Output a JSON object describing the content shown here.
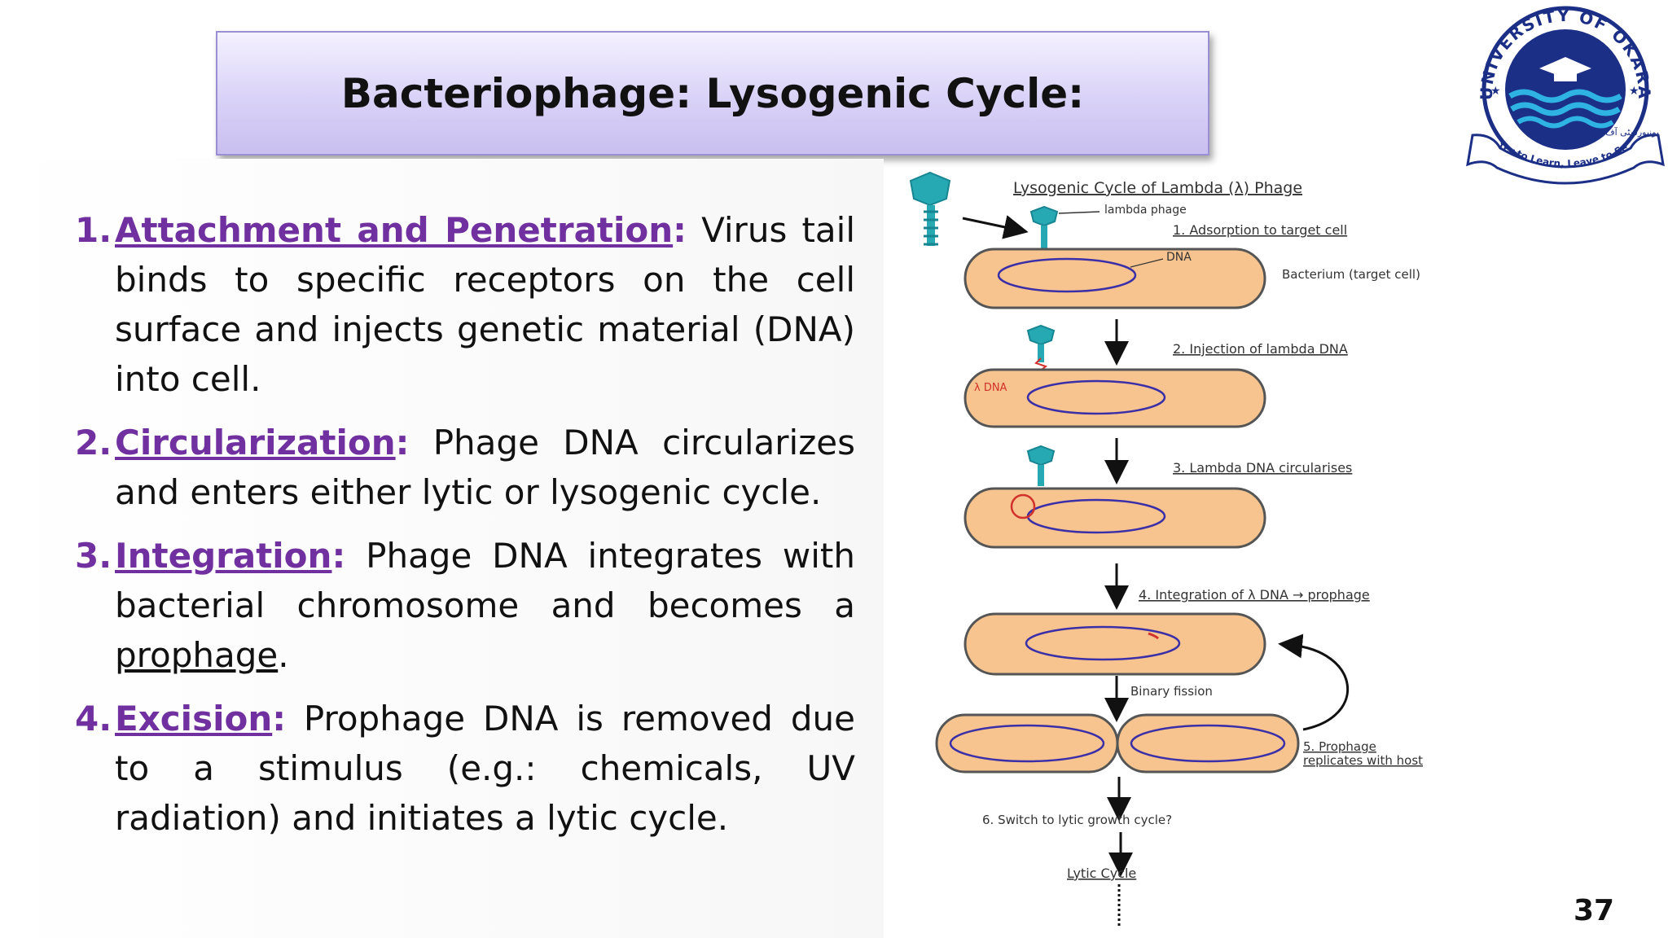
{
  "slide": {
    "title": "Bacteriophage: Lysogenic Cycle:",
    "page_number": "37",
    "points": [
      {
        "num": "1.",
        "term": "Attachment and Penetration",
        "sep": ":",
        "text": " Virus tail binds to specific receptors on the cell surface and injects genetic material (DNA) into cell."
      },
      {
        "num": "2.",
        "term": "Circularization",
        "sep": ":",
        "text": "  Phage DNA circularizes and enters either lytic or lysogenic cycle."
      },
      {
        "num": "3.",
        "term": "Integration",
        "sep": ":",
        "text": "  Phage DNA integrates with bacterial chromosome and becomes a ",
        "extra_underlined": "prophage",
        "trail": "."
      },
      {
        "num": "4.",
        "term": "Excision",
        "sep": ":",
        "text": "  Prophage DNA is removed due to a stimulus (e.g.:  chemicals, UV radiation) and initiates a lytic cycle."
      }
    ]
  },
  "logo": {
    "top_text": "UNIVERSITY OF OKARA",
    "motto": "Enter to Learn, Leave to Serve",
    "urdu_text": "یونیورسٹی آف اوکاڑہ"
  },
  "diagram": {
    "title": "Lysogenic Cycle of Lambda (λ) Phage",
    "phage_label": "lambda phage",
    "step1": "1. Adsorption to target cell",
    "dna_label": "DNA",
    "bacterium_label": "Bacterium (target cell)",
    "step2": "2. Injection of lambda DNA",
    "lambda_dna_label": "λ DNA",
    "step3": "3. Lambda DNA circularises",
    "step4": "4. Integration of λ DNA → prophage",
    "binary_fission": "Binary fission",
    "step5_line1": "5. Prophage",
    "step5_line2": "replicates with host",
    "step6": "6. Switch to lytic growth cycle?",
    "lytic": "Lytic Cycle"
  },
  "colors": {
    "accent": "#7030a0",
    "cell_fill": "#f7c48f",
    "cell_outline": "#555555",
    "chromosome": "#3b2fa8",
    "phage": "#27a9b4",
    "dna_red": "#d2302b",
    "logo_blue": "#1c2f86"
  }
}
